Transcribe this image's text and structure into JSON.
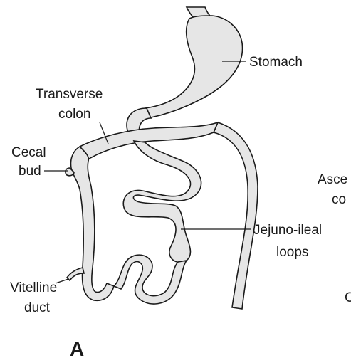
{
  "labels": {
    "stomach": "Stomach",
    "transverse_colon_1": "Transverse",
    "transverse_colon_2": "colon",
    "cecal_bud_1": "Cecal",
    "cecal_bud_2": "bud",
    "vitelline_duct_1": "Vitelline",
    "vitelline_duct_2": "duct",
    "jejuno_ileal_1": "Jejuno-ileal",
    "jejuno_ileal_2": "loops",
    "cropped_ascending_1": "Asce",
    "cropped_ascending_2": "co",
    "cropped_c": "C"
  },
  "panel_letter": "A",
  "colors": {
    "ink": "#1a1a1a",
    "tissue": "#e6e6e6",
    "background": "#ffffff"
  }
}
